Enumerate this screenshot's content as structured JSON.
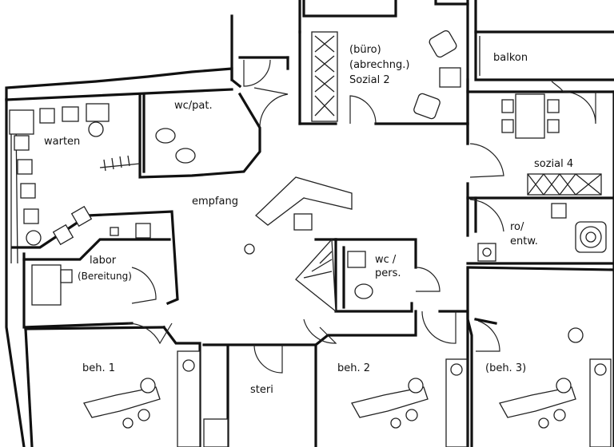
{
  "rooms": {
    "buero": "(büro)",
    "abrechng": "(abrechng.)",
    "sozial2": "Sozial 2",
    "balkon": "balkon",
    "wc_pat": "wc/pat.",
    "warten": "warten",
    "empfang": "empfang",
    "sozial4": "sozial 4",
    "ro": "ro/",
    "entw": "entw.",
    "labor": "labor",
    "bereitung": "(Bereitung)",
    "wc_pers_1": "wc /",
    "wc_pers_2": "pers.",
    "beh1": "beh. 1",
    "steri": "steri",
    "beh2": "beh. 2",
    "beh3": "(beh. 3)"
  },
  "colors": {
    "wall": "#111111",
    "line": "#222222",
    "background": "#ffffff"
  }
}
